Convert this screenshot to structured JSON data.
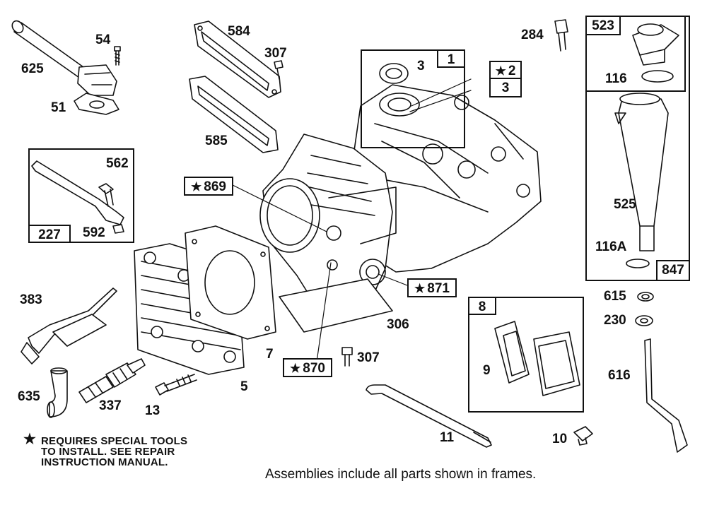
{
  "parts": {
    "p625": "625",
    "p54": "54",
    "p51": "51",
    "p584": "584",
    "p307_top": "307",
    "p585": "585",
    "p3_top": "3",
    "p284": "284",
    "p116": "116",
    "p562": "562",
    "p592": "592",
    "p525": "525",
    "p116A": "116A",
    "p383": "383",
    "p306": "306",
    "p7": "7",
    "p307_bottom": "307",
    "p5": "5",
    "p9": "9",
    "p615": "615",
    "p230": "230",
    "p616": "616",
    "p635": "635",
    "p337": "337",
    "p13": "13",
    "p11": "11",
    "p10": "10"
  },
  "boxed": {
    "b1": "1",
    "b2": "2",
    "b3": "3",
    "b523": "523",
    "b227": "227",
    "b847": "847",
    "b869": "869",
    "b871": "871",
    "b870": "870",
    "b8": "8"
  },
  "star_glyph": "★",
  "note": "REQUIRES SPECIAL TOOLS\nTO INSTALL.  SEE REPAIR\nINSTRUCTION MANUAL.",
  "footer": "Assemblies include all parts shown in frames."
}
